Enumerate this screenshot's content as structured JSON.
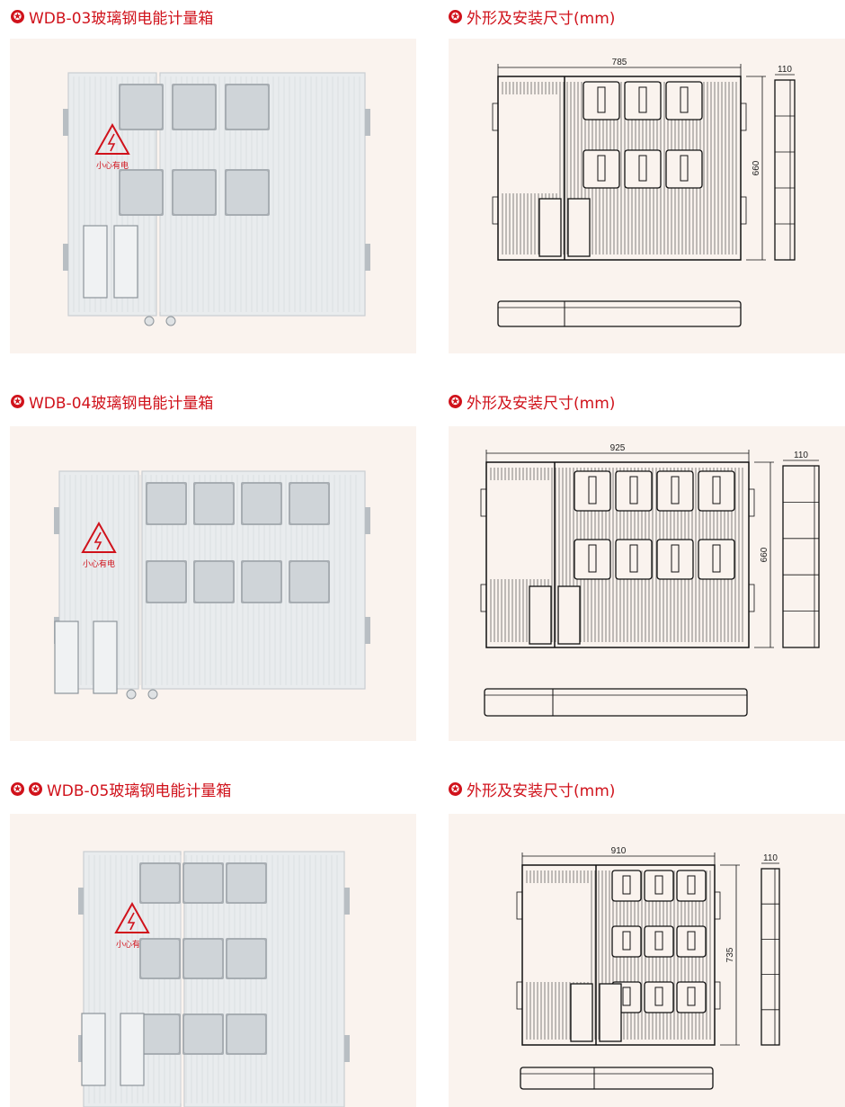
{
  "sections": [
    {
      "product_title": "WDB-03玻璃钢电能计量箱",
      "drawing_title": "外形及安装尺寸(mm)",
      "stars": 1,
      "dims": {
        "width": "785",
        "depth": "110",
        "height": "660"
      },
      "warning_text": "小心有电",
      "meter_cols": 3,
      "meter_rows": 2
    },
    {
      "product_title": "WDB-04玻璃钢电能计量箱",
      "drawing_title": "外形及安装尺寸(mm)",
      "stars": 1,
      "dims": {
        "width": "925",
        "depth": "110",
        "height": "660"
      },
      "warning_text": "小心有电",
      "meter_cols": 4,
      "meter_rows": 2
    },
    {
      "product_title": "WDB-05玻璃钢电能计量箱",
      "drawing_title": "外形及安装尺寸(mm)",
      "stars": 2,
      "dims": {
        "width": "910",
        "depth": "110",
        "height": "735"
      },
      "warning_text": "小心有电",
      "meter_cols": 3,
      "meter_rows": 3
    }
  ],
  "colors": {
    "accent": "#d0121b",
    "panel_bg": "#faf3ee",
    "box_body": "#e9ecee",
    "line": "#111111"
  },
  "icons": {
    "bullet": "star-circle-icon",
    "warning": "electric-hazard-icon"
  }
}
